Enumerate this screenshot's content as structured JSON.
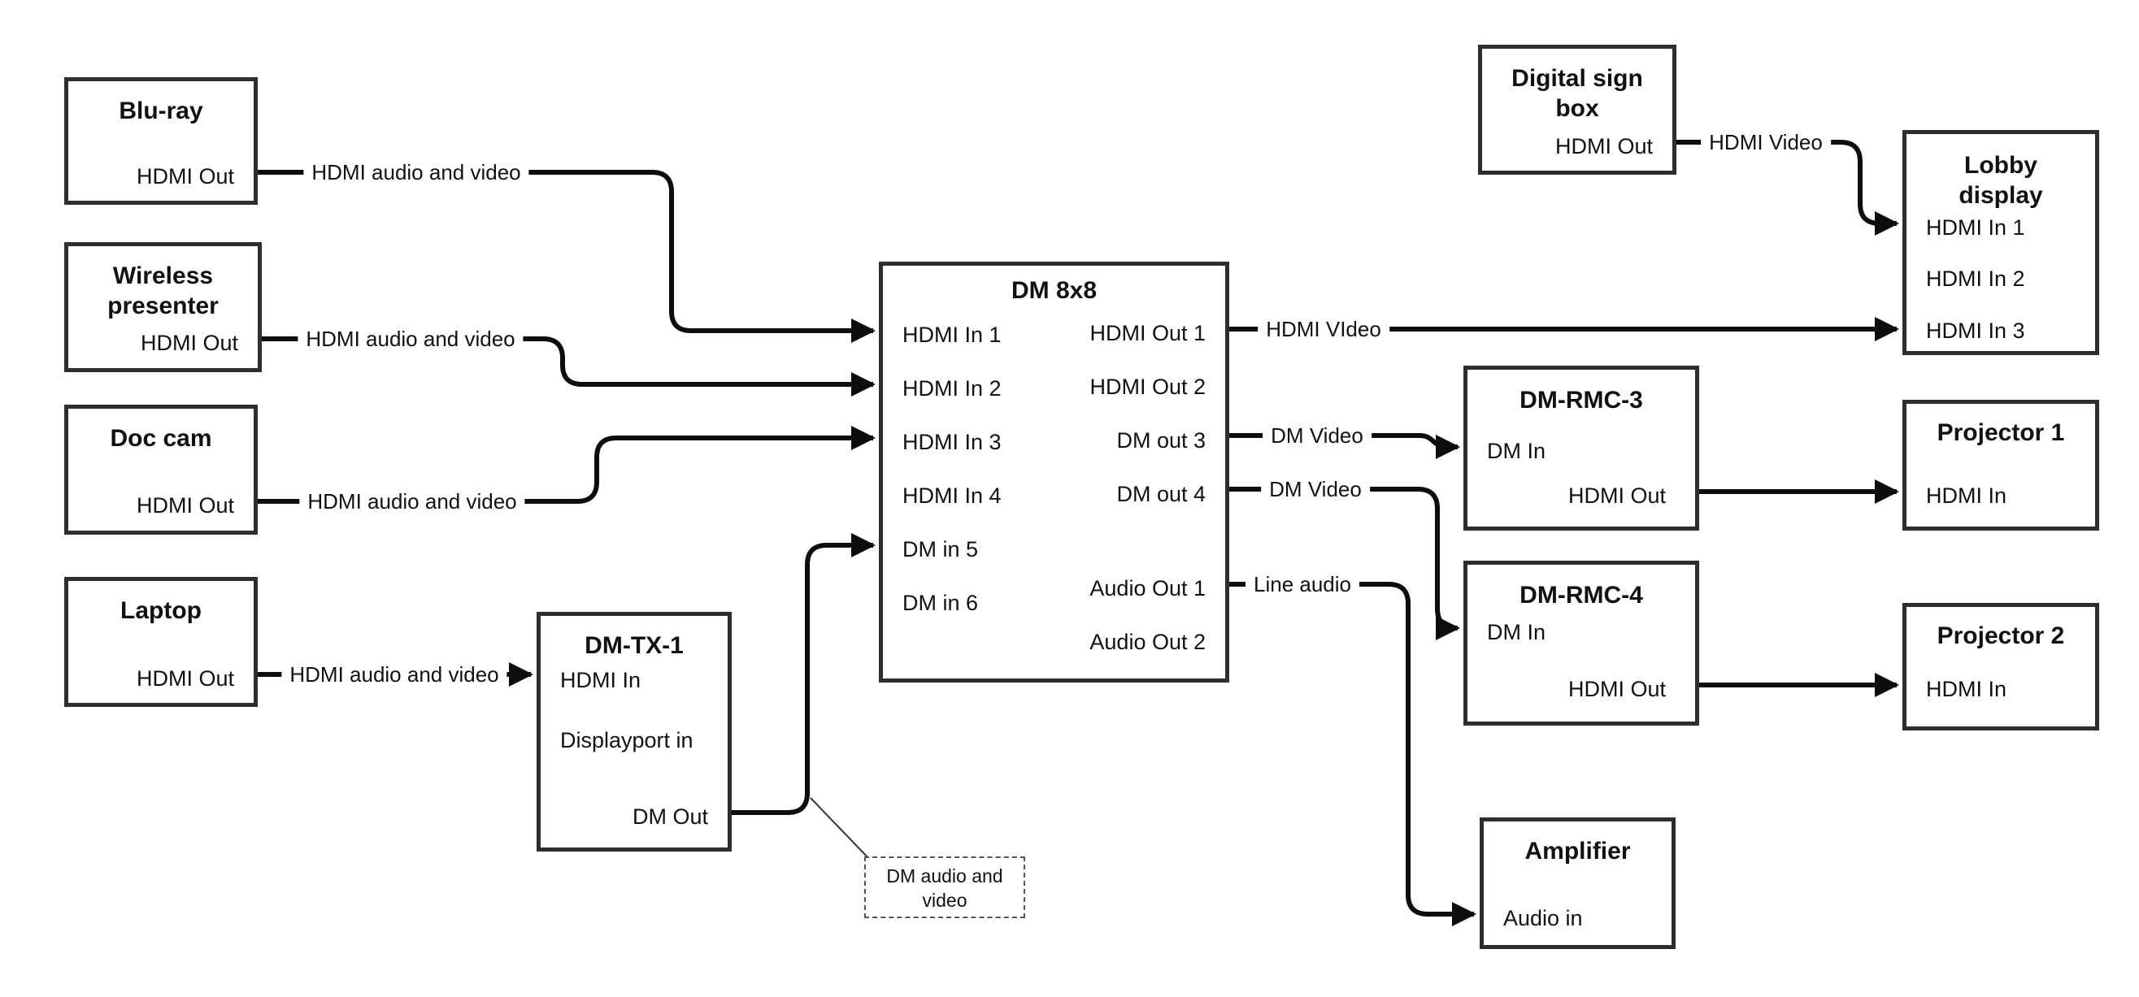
{
  "diagram": {
    "nodes": {
      "bluray": {
        "title_lines": [
          "Blu-ray"
        ],
        "ports": {
          "hdmi_out": "HDMI Out"
        }
      },
      "wireless": {
        "title_lines": [
          "Wireless",
          "presenter"
        ],
        "ports": {
          "hdmi_out": "HDMI Out"
        }
      },
      "doccam": {
        "title_lines": [
          "Doc cam"
        ],
        "ports": {
          "hdmi_out": "HDMI Out"
        }
      },
      "laptop": {
        "title_lines": [
          "Laptop"
        ],
        "ports": {
          "hdmi_out": "HDMI Out"
        }
      },
      "dmtx1": {
        "title_lines": [
          "DM-TX-1"
        ],
        "ports": {
          "hdmi_in": "HDMI In",
          "displayport_in": "Displayport in",
          "dm_out": "DM Out"
        }
      },
      "dm8x8": {
        "title_lines": [
          "DM 8x8"
        ],
        "ports": {
          "hdmi_in_1": "HDMI In 1",
          "hdmi_in_2": "HDMI In 2",
          "hdmi_in_3": "HDMI In 3",
          "hdmi_in_4": "HDMI In 4",
          "dm_in_5": "DM in 5",
          "dm_in_6": "DM in 6",
          "hdmi_out_1": "HDMI Out 1",
          "hdmi_out_2": "HDMI Out 2",
          "dm_out_3": "DM out 3",
          "dm_out_4": "DM out 4",
          "audio_out_1": "Audio Out 1",
          "audio_out_2": "Audio Out 2"
        }
      },
      "digital_sign": {
        "title_lines": [
          "Digital sign",
          "box"
        ],
        "ports": {
          "hdmi_out": "HDMI Out"
        }
      },
      "lobby": {
        "title_lines": [
          "Lobby",
          "display"
        ],
        "ports": {
          "hdmi_in_1": "HDMI In 1",
          "hdmi_in_2": "HDMI In 2",
          "hdmi_in_3": "HDMI In 3"
        }
      },
      "dmrmc3": {
        "title_lines": [
          "DM-RMC-3"
        ],
        "ports": {
          "dm_in": "DM In",
          "hdmi_out": "HDMI Out"
        }
      },
      "proj1": {
        "title_lines": [
          "Projector 1"
        ],
        "ports": {
          "hdmi_in": "HDMI In"
        }
      },
      "dmrmc4": {
        "title_lines": [
          "DM-RMC-4"
        ],
        "ports": {
          "dm_in": "DM In",
          "hdmi_out": "HDMI Out"
        }
      },
      "proj2": {
        "title_lines": [
          "Projector 2"
        ],
        "ports": {
          "hdmi_in": "HDMI In"
        }
      },
      "amplifier": {
        "title_lines": [
          "Amplifier"
        ],
        "ports": {
          "audio_in": "Audio in"
        }
      }
    },
    "connection_labels": {
      "bluray_dm8x8": "HDMI audio and video",
      "wireless_dm8x8": "HDMI audio and video",
      "doccam_dm8x8": "HDMI audio and video",
      "laptop_dmtx1": "HDMI audio and video",
      "hdmi_out1_lobby": "HDMI VIdeo",
      "dm_out3_rmc3": "DM Video",
      "dm_out4_rmc4": "DM Video",
      "audio_out1_amp": "Line audio",
      "digital_sign_lobby": "HDMI Video"
    },
    "annotation": {
      "lines": [
        "DM audio and",
        "video"
      ]
    },
    "colors": {
      "line": "#0d0d0d",
      "border": "#2e2e2e",
      "text": "#111111",
      "background": "#ffffff"
    }
  }
}
